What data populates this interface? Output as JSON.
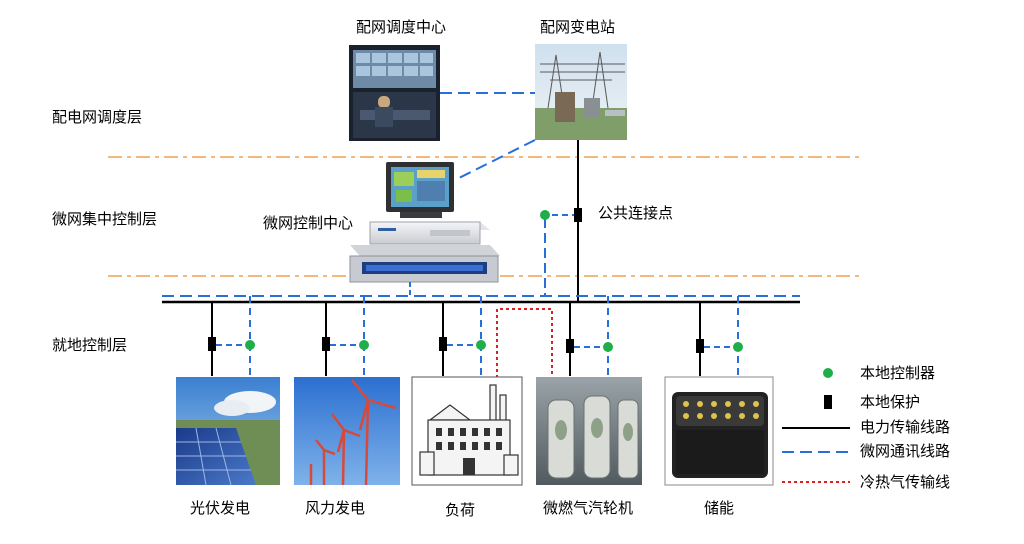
{
  "layers": {
    "dispatch": "配电网调度层",
    "central": "微网集中控制层",
    "local": "就地控制层"
  },
  "nodes": {
    "dispatch_center": "配网调度中心",
    "substation": "配网变电站",
    "microgrid_center": "微网控制中心",
    "pcc": "公共连接点"
  },
  "units": {
    "pv": "光伏发电",
    "wind": "风力发电",
    "load": "负荷",
    "microturbine": "微燃气汽轮机",
    "storage": "储能"
  },
  "legend": {
    "controller": "本地控制器",
    "protection": "本地保护",
    "power_line": "电力传输线路",
    "comm_line": "微网通讯线路",
    "heat_line": "冷热气传输线"
  },
  "colors": {
    "layer_divider": "#f0a050",
    "comm": "#2a6fd6",
    "controller": "#1fae4a",
    "heat": "#e02020",
    "power": "#000000"
  }
}
